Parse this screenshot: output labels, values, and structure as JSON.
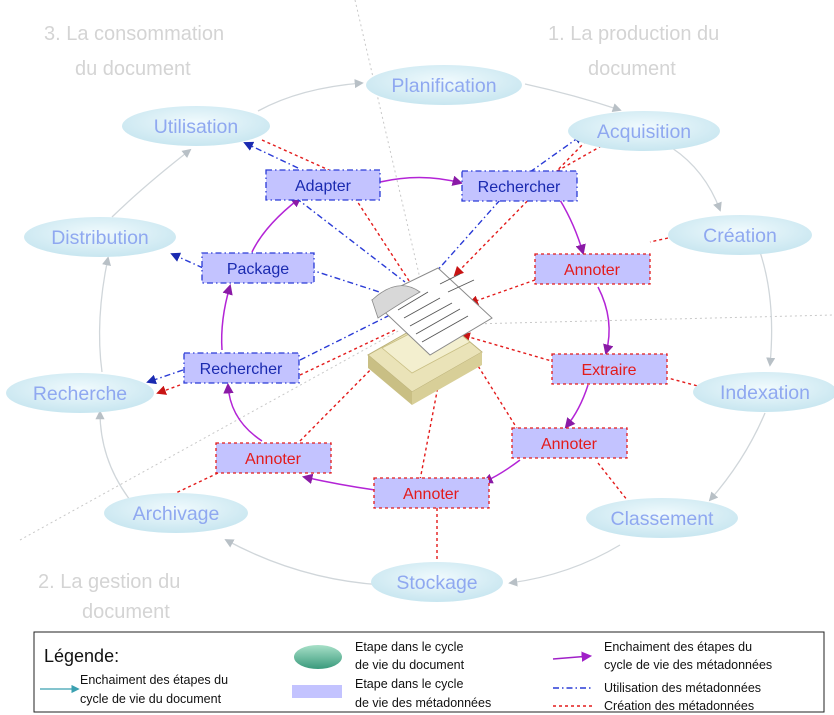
{
  "phases": {
    "consumption": [
      "3. La consommation",
      "du document"
    ],
    "production": [
      "1. La production du",
      "document"
    ],
    "management": [
      "2. La gestion du",
      "document"
    ]
  },
  "document_stages": [
    {
      "id": "planification",
      "label": "Planification"
    },
    {
      "id": "acquisition",
      "label": "Acquisition"
    },
    {
      "id": "creation",
      "label": "Création"
    },
    {
      "id": "indexation",
      "label": "Indexation"
    },
    {
      "id": "classement",
      "label": "Classement"
    },
    {
      "id": "stockage",
      "label": "Stockage"
    },
    {
      "id": "archivage",
      "label": "Archivage"
    },
    {
      "id": "recherche",
      "label": "Recherche"
    },
    {
      "id": "distribution",
      "label": "Distribution"
    },
    {
      "id": "utilisation",
      "label": "Utilisation"
    }
  ],
  "metadata_stages": [
    {
      "id": "rechercher-1",
      "label": "Rechercher",
      "usage": "utilisation"
    },
    {
      "id": "annoter-1",
      "label": "Annoter",
      "usage": "creation"
    },
    {
      "id": "extraire",
      "label": "Extraire",
      "usage": "creation"
    },
    {
      "id": "annoter-2",
      "label": "Annoter",
      "usage": "creation"
    },
    {
      "id": "annoter-3",
      "label": "Annoter",
      "usage": "creation"
    },
    {
      "id": "annoter-4",
      "label": "Annoter",
      "usage": "creation"
    },
    {
      "id": "rechercher-2",
      "label": "Rechercher",
      "usage": "utilisation"
    },
    {
      "id": "package",
      "label": "Package",
      "usage": "utilisation"
    },
    {
      "id": "adapter",
      "label": "Adapter",
      "usage": "utilisation"
    }
  ],
  "legend": {
    "title": "Légende:",
    "doc_flow": [
      "Enchaiment des étapes du",
      "cycle de vie du document"
    ],
    "doc_stage": [
      "Etape dans le cycle",
      "de vie du document"
    ],
    "meta_stage": [
      "Etape dans le cycle",
      "de vie des métadonnées"
    ],
    "meta_flow": [
      "Enchaiment des étapes du",
      "cycle de vie des métadonnées"
    ],
    "usage": "Utilisation des métadonnées",
    "creation": "Création des métadonnées"
  },
  "colors": {
    "doc_stage_fill": "#d3ecf4",
    "doc_stage_text": "#8fa8f0",
    "phase_text": "#d4d4d4",
    "meta_fill": "#c3c3ff",
    "usage_blue": "#2a3bd6",
    "creation_red": "#e31b1b",
    "meta_flow_purple": "#b324d6",
    "doc_flow_arrow": "#b0b8c0"
  }
}
